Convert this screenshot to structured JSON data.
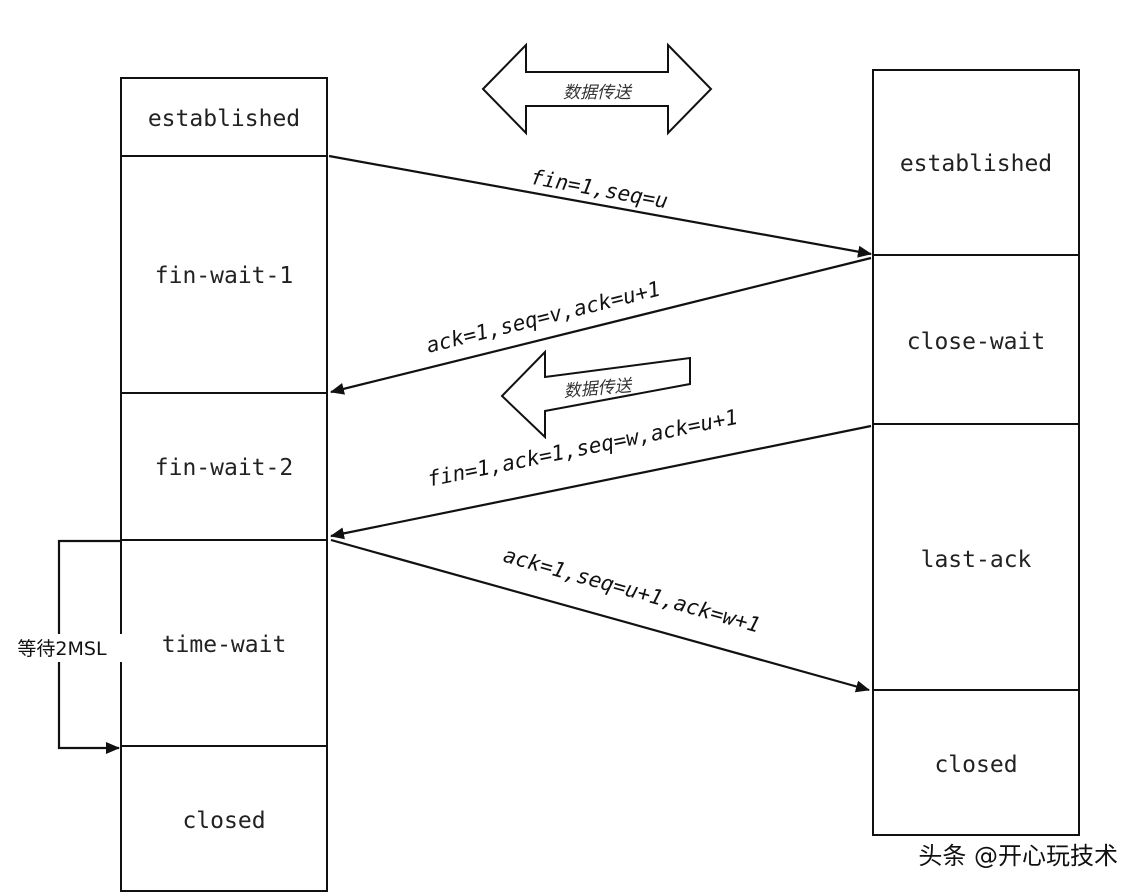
{
  "left_states": {
    "established": "established",
    "fin_wait_1": "fin-wait-1",
    "fin_wait_2": "fin-wait-2",
    "time_wait": "time-wait",
    "closed": "closed"
  },
  "right_states": {
    "established": "established",
    "close_wait": "close-wait",
    "last_ack": "last-ack",
    "closed": "closed"
  },
  "messages": {
    "fin": "fin=1,seq=u",
    "ack1": "ack=1,seq=v,ack=u+1",
    "fin_ack": "fin=1,ack=1,seq=w,ack=u+1",
    "ack2": "ack=1,seq=u+1,ack=w+1"
  },
  "data_transfer_label": "数据传送",
  "data_transfer_label_2": "数据传送",
  "wait_label": "等待2MSL",
  "watermark": "头条 @开心玩技术"
}
